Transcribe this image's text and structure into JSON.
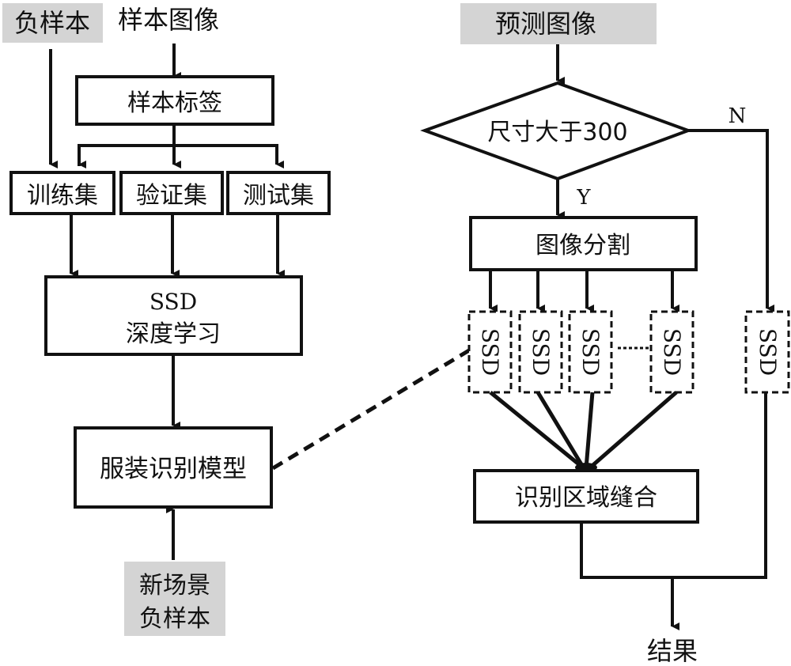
{
  "colors": {
    "stroke": "#111111",
    "gray_fill": "#d4d4d4",
    "background": "#ffffff"
  },
  "left_flow": {
    "negative_sample": "负样本",
    "sample_image": "样本图像",
    "sample_label": "样本标签",
    "train_set": "训练集",
    "val_set": "验证集",
    "test_set": "测试集",
    "ssd_title": "SSD",
    "deep_learning": "深度学习",
    "model": "服装识别模型",
    "new_scene_line1": "新场景",
    "new_scene_line2": "负样本"
  },
  "right_flow": {
    "predict_image": "预测图像",
    "decision": "尺寸大于300",
    "yes_label": "Y",
    "no_label": "N",
    "segmentation": "图像分割",
    "ssd_units": [
      "SSD",
      "SSD",
      "SSD",
      "SSD"
    ],
    "ssd_direct": "SSD",
    "merge": "识别区域缝合",
    "result": "结果"
  }
}
